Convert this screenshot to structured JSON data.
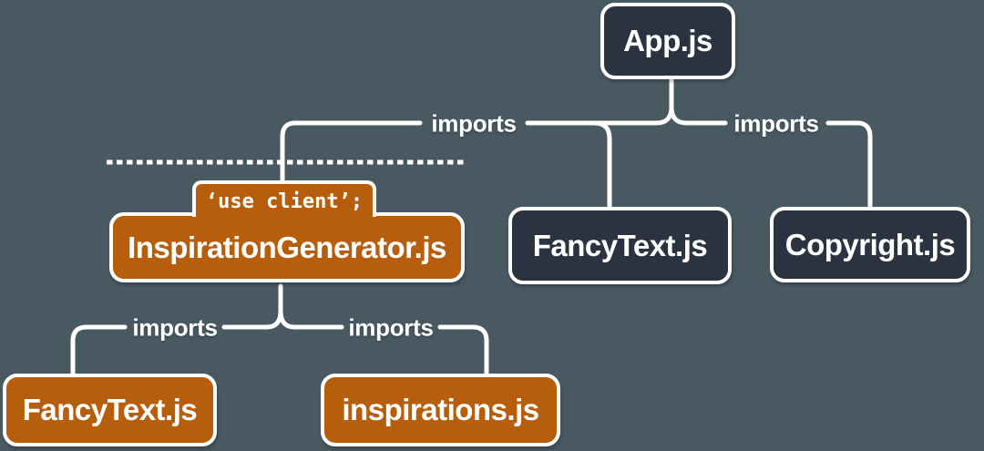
{
  "diagram": {
    "description": "Module import tree with 'use client' boundary",
    "nodes": {
      "app": {
        "label": "App.js",
        "kind": "server"
      },
      "fancytext_server": {
        "label": "FancyText.js",
        "kind": "server"
      },
      "copyright": {
        "label": "Copyright.js",
        "kind": "server"
      },
      "inspiration_generator": {
        "label": "InspirationGenerator.js",
        "directive": "‘use client’;",
        "kind": "client"
      },
      "fancytext_client": {
        "label": "FancyText.js",
        "kind": "client"
      },
      "inspirations": {
        "label": "inspirations.js",
        "kind": "client"
      }
    },
    "edge_labels": [
      {
        "label": "imports",
        "from": "App.js",
        "to": "InspirationGenerator.js"
      },
      {
        "label": "imports",
        "from": "App.js",
        "to": "Copyright.js"
      },
      {
        "label": "imports",
        "from": "InspirationGenerator.js",
        "to": "FancyText.js"
      },
      {
        "label": "imports",
        "from": "InspirationGenerator.js",
        "to": "inspirations.js"
      }
    ]
  },
  "colors": {
    "background": "#495962",
    "server_node": "#2B3340",
    "client_node": "#B65E0C",
    "line": "#FFFFFF",
    "text": "#FFFFFF"
  }
}
